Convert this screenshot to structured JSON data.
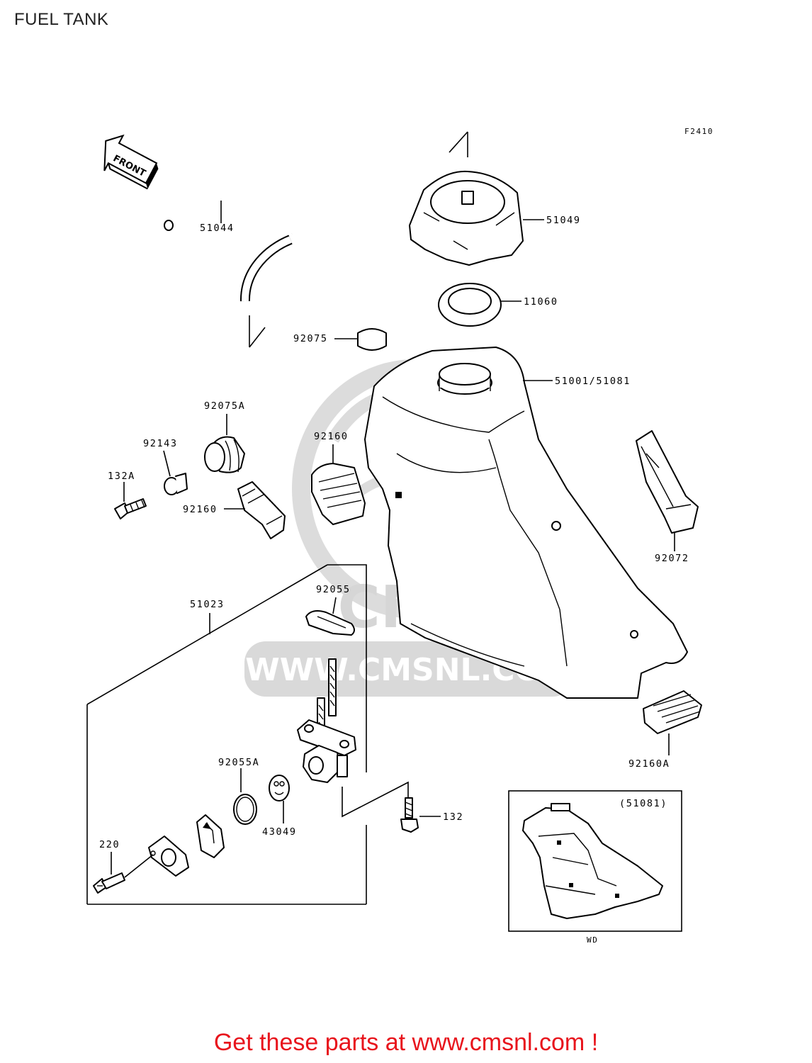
{
  "title": "FUEL TANK",
  "figure_code": "F2410",
  "front_label": "FRONT",
  "watermark": {
    "brand": "CMS",
    "url": "WWW.CMSNL.COM"
  },
  "parts": {
    "p51044": "51044",
    "p51049": "51049",
    "p11060": "11060",
    "p92075": "92075",
    "p51001": "51001/51081",
    "p92075A": "92075A",
    "p92143": "92143",
    "p132A": "132A",
    "p92160_l": "92160",
    "p92160_r": "92160",
    "p92072": "92072",
    "p51023": "51023",
    "p92055": "92055",
    "p92055A": "92055A",
    "p43049": "43049",
    "p132": "132",
    "p220": "220",
    "p92160A": "92160A"
  },
  "inset": {
    "label": "(51081)",
    "caption": "WD"
  },
  "footer": "Get these parts at www.cmsnl.com !"
}
